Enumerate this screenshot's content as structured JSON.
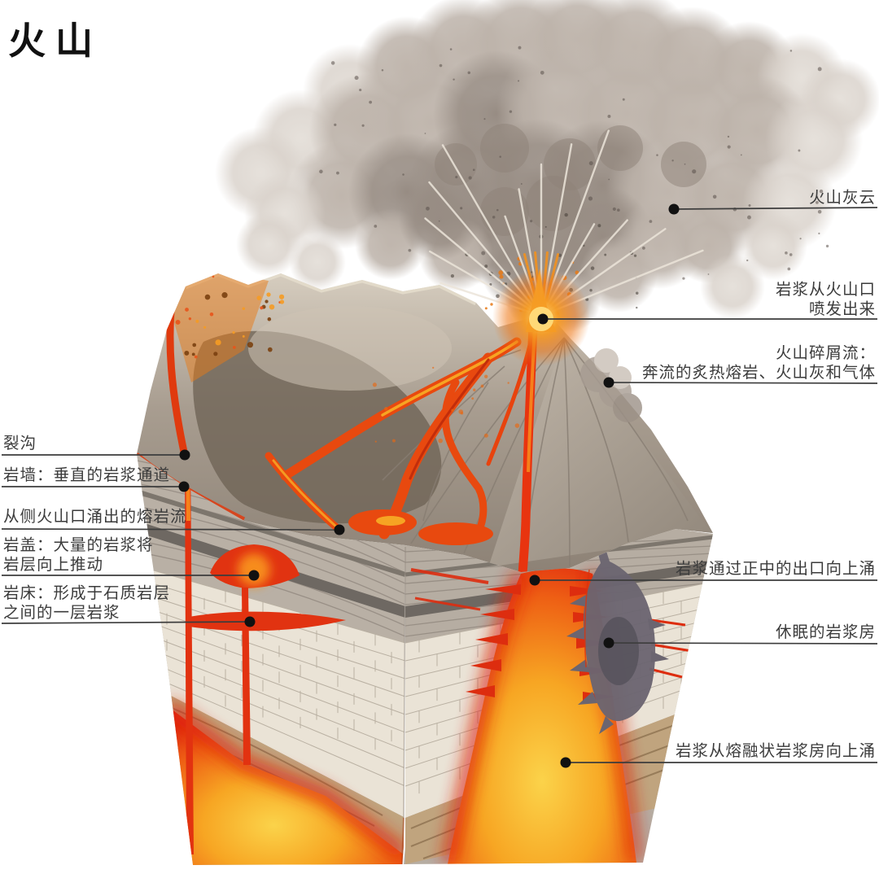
{
  "title": "火山",
  "colors": {
    "label_text": "#3b3b3b",
    "leader_line": "#3c3c3c",
    "dot": "#111111",
    "ash_cloud": "#c3bab2",
    "terrain_gray": "#a79c90",
    "lava_orange": "#e8490f",
    "lava_bright": "#f59b24",
    "magma_core_yellow": "#fbd34a",
    "magma_red": "#e0270f",
    "strata_white": "#eae3d6",
    "strata_tan": "#c0a47e",
    "dormant_chamber_gray": "#6b6570"
  },
  "callouts": {
    "ash_cloud": {
      "lines": [
        "火山灰云"
      ]
    },
    "erupting_magma": {
      "lines": [
        "岩浆从火山口",
        "喷发出来"
      ]
    },
    "pyroclastic_flow": {
      "lines": [
        "火山碎屑流：",
        "奔流的炙热熔岩、火山灰和气体"
      ]
    },
    "central_vent": {
      "lines": [
        "岩浆通过正中的出口向上涌"
      ]
    },
    "dormant_chamber": {
      "lines": [
        "休眠的岩浆房"
      ]
    },
    "magma_rise": {
      "lines": [
        "岩浆从熔融状岩浆房向上涌"
      ]
    },
    "fissure": {
      "lines": [
        "裂沟"
      ]
    },
    "dike": {
      "lines": [
        "岩墙：垂直的岩浆通道"
      ]
    },
    "side_vent_lava": {
      "lines": [
        "从侧火山口涌出的熔岩流"
      ]
    },
    "laccolith": {
      "lines": [
        "岩盖：大量的岩浆将",
        "岩层向上推动"
      ]
    },
    "sill": {
      "lines": [
        "岩床：形成于石质岩层",
        "之间的一层岩浆"
      ]
    }
  }
}
